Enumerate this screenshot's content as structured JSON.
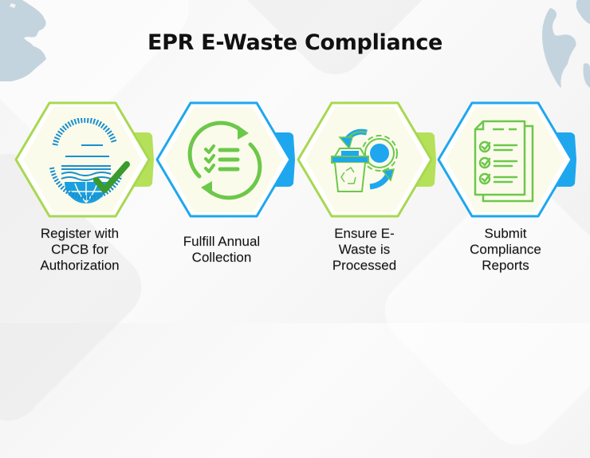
{
  "title": "EPR E-Waste Compliance",
  "colors": {
    "green": "#a8d84f",
    "green_arrow": "#b5e05a",
    "blue": "#1ea7ee",
    "icon_green": "#6cc84a",
    "hex_fill": "#fbfbec",
    "checkmark": "#3a9a2e"
  },
  "steps": [
    {
      "label_lines": [
        "Register with",
        "CPCB for",
        "Authorization"
      ],
      "icon": "cpcb-logo-check-icon",
      "logo_text_top": "स्वच्छ पर्यावरण के लिए प्रतिबद्ध",
      "logo_text_bottom": "IN PURSUIT OF CLEAN ENVIRONMENT",
      "accent": "green"
    },
    {
      "label_lines": [
        "Fulfill Annual",
        "Collection"
      ],
      "icon": "checklist-cycle-icon",
      "accent": "blue"
    },
    {
      "label_lines": [
        "Ensure E-",
        "Waste is",
        "Processed"
      ],
      "icon": "recycle-bin-gear-icon",
      "accent": "green"
    },
    {
      "label_lines": [
        "Submit",
        "Compliance",
        "Reports"
      ],
      "icon": "compliance-report-icon",
      "accent": "blue"
    }
  ]
}
